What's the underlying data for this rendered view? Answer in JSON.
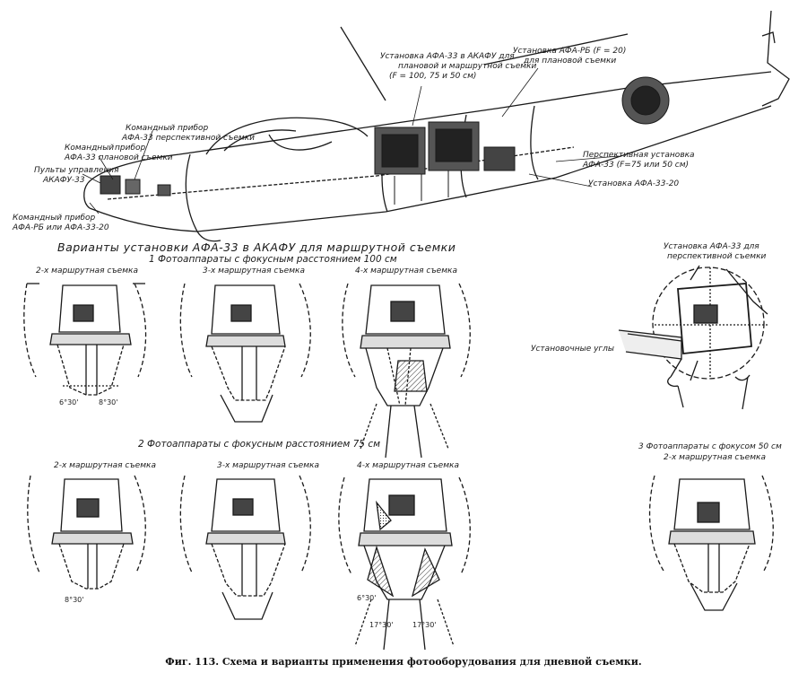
{
  "aircraft_labels": {
    "afa33_akafu_line1": "Установка АФА-33 в АКАФУ для",
    "afa33_akafu_line2": "плановой и маршрутной съемки",
    "afa33_akafu_line3": "(F = 100, 75 и 50 см)",
    "afa_rb_line1": "Установка АФА-РБ (F = 20)",
    "afa_rb_line2": "для плановой съемки",
    "cmd_persp_line1": "Командный прибор",
    "cmd_persp_line2": "АФА-33 перспективной съемки",
    "cmd_plan_line1": "Командный",
    "cmd_plan_line2": "прибор",
    "cmd_plan_line3": "АФА-33 плановой съемки",
    "panels_line1": "Пульты управления",
    "panels_line2": "АКАФУ-33",
    "cmd_rb_line1": "Командный прибор",
    "cmd_rb_line2": "АФА-РБ или АФА-33-20",
    "persp_inst_line1": "Перспективная установка",
    "persp_inst_line2": "АФА-33 (F=75 или 50 см)",
    "afa33_20": "Установка АФА-33-20"
  },
  "variants": {
    "heading": "Варианты установки АФА-33 в АКАФУ для маршрутной съемки",
    "group1_title": "1 Фотоаппараты с фокусным расстоянием 100 см",
    "group2_title": "2 Фотоаппараты с фокусным расстоянием 75 см",
    "group3_line1": "3 Фотоаппараты с фокусом 50 см",
    "group3_line2": "2-х маршрутная съемка",
    "route2": "2-х маршрутная съемка",
    "route3": "3-х маршрутная съемка",
    "route4": "4-х маршрутная съемка"
  },
  "perspective": {
    "title_line1": "Установка АФА-33 для",
    "title_line2": "перспективной съемки",
    "angles_label": "Установочные углы"
  },
  "angles": {
    "a1": "6°30'",
    "a2": "8°30'",
    "a3": "8°30'",
    "a4": "6°30'",
    "a5": "17°30'",
    "a6": "17°30'"
  },
  "caption": "Фиг. 113. Схема и варианты применения фотооборудования для дневной съемки."
}
